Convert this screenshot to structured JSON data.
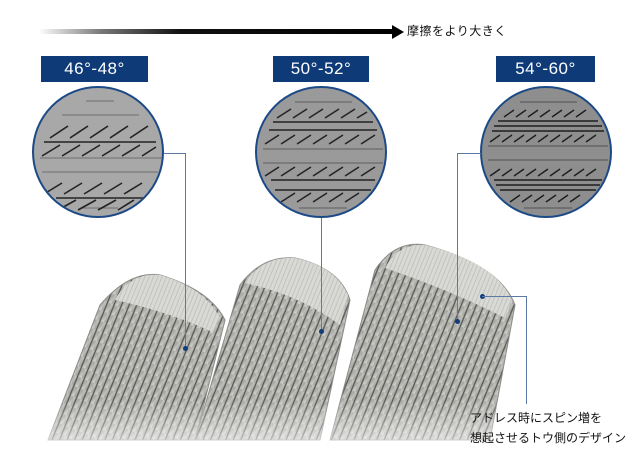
{
  "header": {
    "arrow_label": "摩擦をより大きく",
    "arrow_icon": "gradient-arrow-right-icon"
  },
  "loft_groups": [
    {
      "label": "46°-48°",
      "circle_fill": "#a8a8a8",
      "groove_density": "wide"
    },
    {
      "label": "50°-52°",
      "circle_fill": "#9a9a9a",
      "groove_density": "medium"
    },
    {
      "label": "54°-60°",
      "circle_fill": "#8e8e8e",
      "groove_density": "tight"
    }
  ],
  "callout": {
    "line1": "アドレス時にスピン増を",
    "line2": "想起させるトウ側のデザイン"
  },
  "colors": {
    "badge_bg": "#0e3a78",
    "badge_text": "#ffffff",
    "circle_border": "#1c4a86",
    "leader_line": "#5a7ba6",
    "leader_dot": "#113c7c"
  }
}
